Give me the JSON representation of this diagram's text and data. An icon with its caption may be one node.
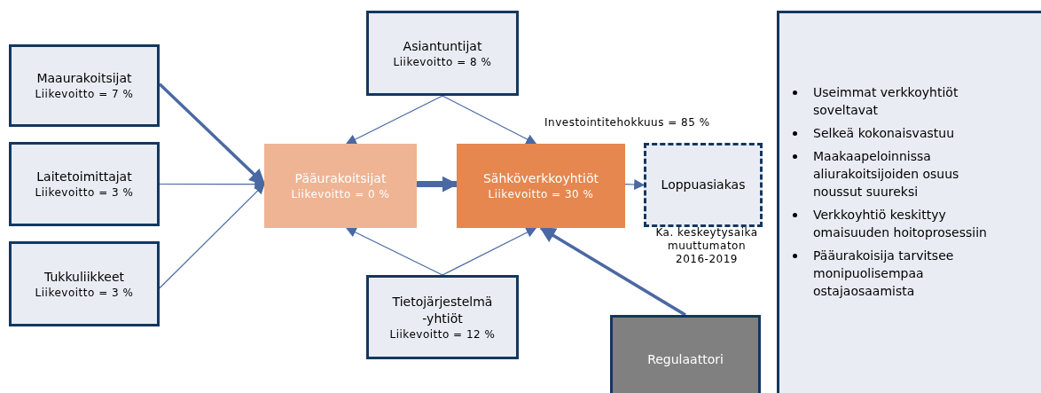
{
  "diagram": {
    "nodes": [
      {
        "text": [
          "Maaurakoitsijat",
          "Liikevoitto = 7 %"
        ]
      },
      {
        "text": [
          "Laitetoimittajat",
          "Liikevoitto = 3 %"
        ]
      },
      {
        "text": [
          "Tukkuliikkeet",
          "Liikevoitto = 3 %"
        ]
      },
      {
        "text": [
          "Asiantuntijat",
          "Liikevoitto = 8 %"
        ]
      },
      {
        "text": [
          "Pääurakoitsijat",
          "Liikevoitto = 0 %"
        ]
      },
      {
        "text": [
          "Sähköverkkoyhtiöt",
          "Liikevoitto = 30 %"
        ]
      },
      {
        "text": [
          "Loppuasiakas"
        ],
        "beside": [
          "Ka. keskeytysaika muuttumaton 2016-2019"
        ]
      },
      {
        "text": [
          "Tietojärjestelmä -yhtiöt",
          "Liikevoitto = 12 %"
        ]
      },
      {
        "text": [
          "Regulaattori"
        ]
      },
      {
        "text": [
          "Useimmat verkkoyhtiöt soveltavat",
          "Selkeä kokonaisvastuu",
          "Maakaapeloinnissa aliurakoitsijoiden osuus noussut suureksi",
          "Verkkoyhtiö keskittyy omaisuuden hoitoprosessiin",
          "Pääurakoisija tarvitsee monipuolisempaa ostajaosaamista"
        ]
      }
    ],
    "edges": [
      {
        "from": 0,
        "to": 4,
        "arrow": "to",
        "style": "thick"
      },
      {
        "from": 1,
        "to": 4,
        "arrow": "to"
      },
      {
        "from": 2,
        "to": 4,
        "arrow": "to"
      },
      {
        "from": 3,
        "to": 4,
        "arrow": "to"
      },
      {
        "from": 3,
        "to": 5,
        "arrow": "to"
      },
      {
        "from": 7,
        "to": 4,
        "arrow": "to"
      },
      {
        "from": 7,
        "to": 5,
        "arrow": "to"
      },
      {
        "from": 4,
        "to": 5,
        "arrow": "to",
        "style": "thick"
      },
      {
        "from": 5,
        "to": 6,
        "arrow": "to"
      },
      {
        "from": 8,
        "to": 5,
        "arrow": "to",
        "style": "thick"
      }
    ],
    "labels": [
      "Investointitehokkuus = 85 %"
    ]
  }
}
